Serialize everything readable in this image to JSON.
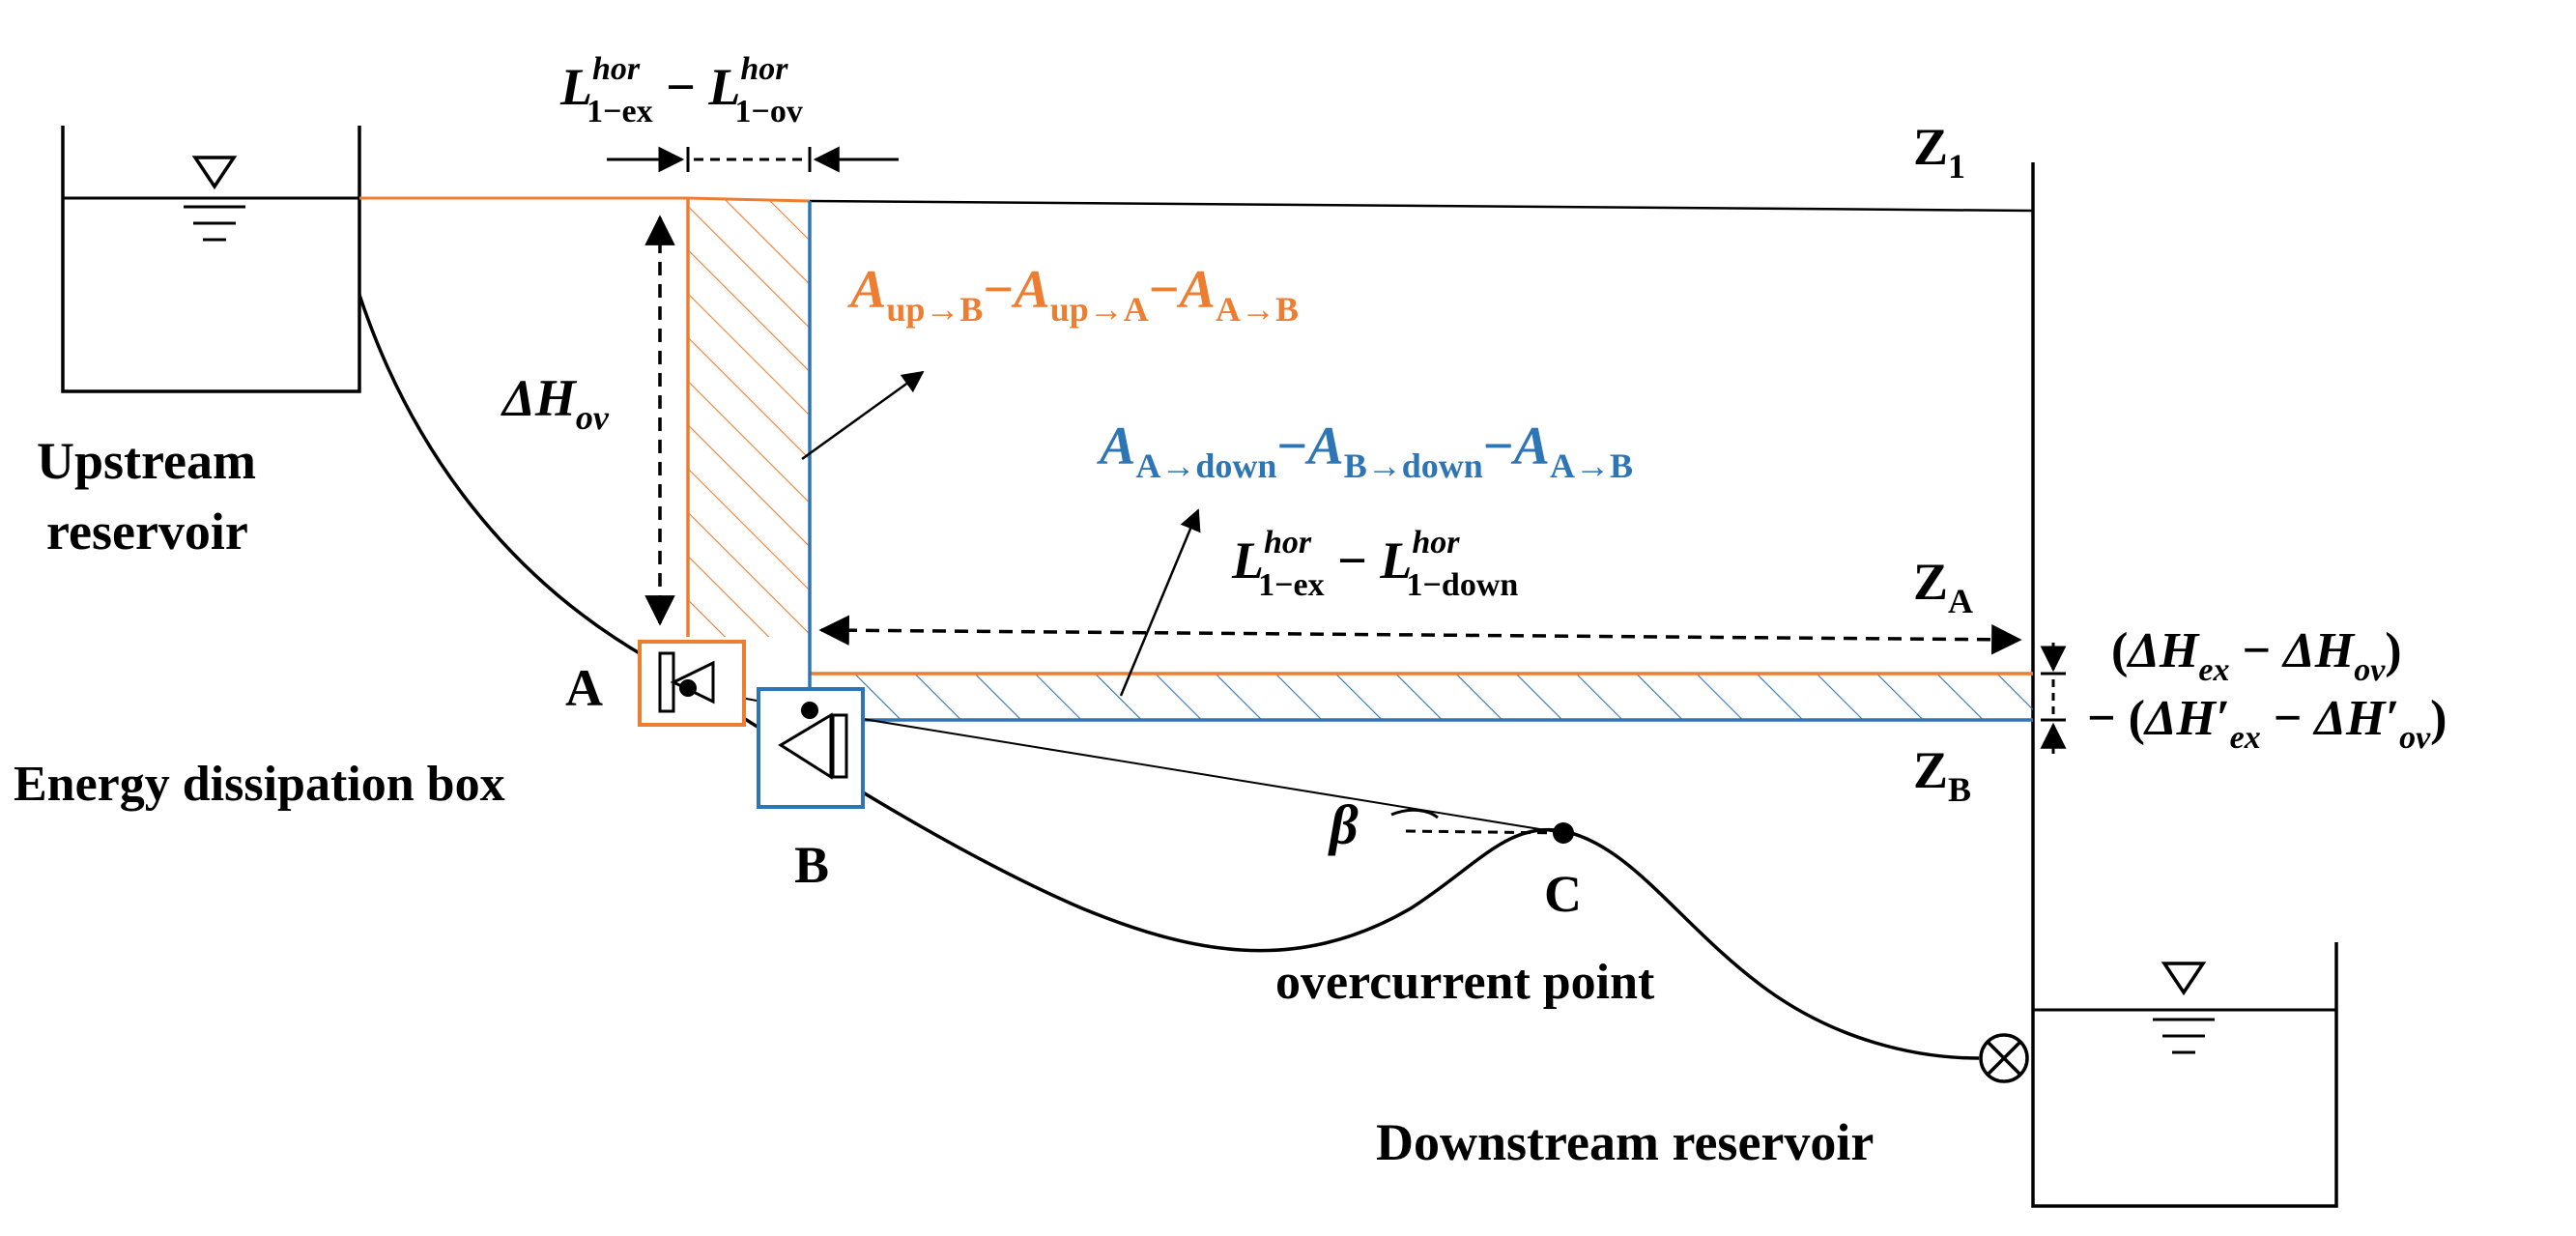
{
  "labels": {
    "upstream_line1": "Upstream",
    "upstream_line2": "reservoir",
    "downstream": "Downstream reservoir",
    "box": "Energy dissipation box",
    "overcurrent": "overcurrent point",
    "point_a": "A",
    "point_b": "B",
    "point_c": "C",
    "beta": "β"
  },
  "math": {
    "L": "L",
    "hor": "hor",
    "sub_1ex": "1−ex",
    "sub_1ov": "1−ov",
    "sub_1down": "1−down",
    "minus": " − ",
    "delta_H": "ΔH",
    "sub_ov": "ov",
    "sub_ex": "ex",
    "Z": "Z",
    "sub_1": "1",
    "sub_A": "A",
    "sub_B": "B",
    "A": "A",
    "dash": "−",
    "sub_up_B": "up→B",
    "sub_up_A": "up→A",
    "sub_A_B": "A→B",
    "sub_A_down": "A→down",
    "sub_B_down": "B→down",
    "open_paren": "(",
    "close_paren": ")",
    "lead_minus_paren": "− (",
    "delta_H_prime": "ΔH′"
  },
  "colors": {
    "orange": "#ED7D31",
    "blue": "#2E75B6",
    "black": "#000000"
  }
}
